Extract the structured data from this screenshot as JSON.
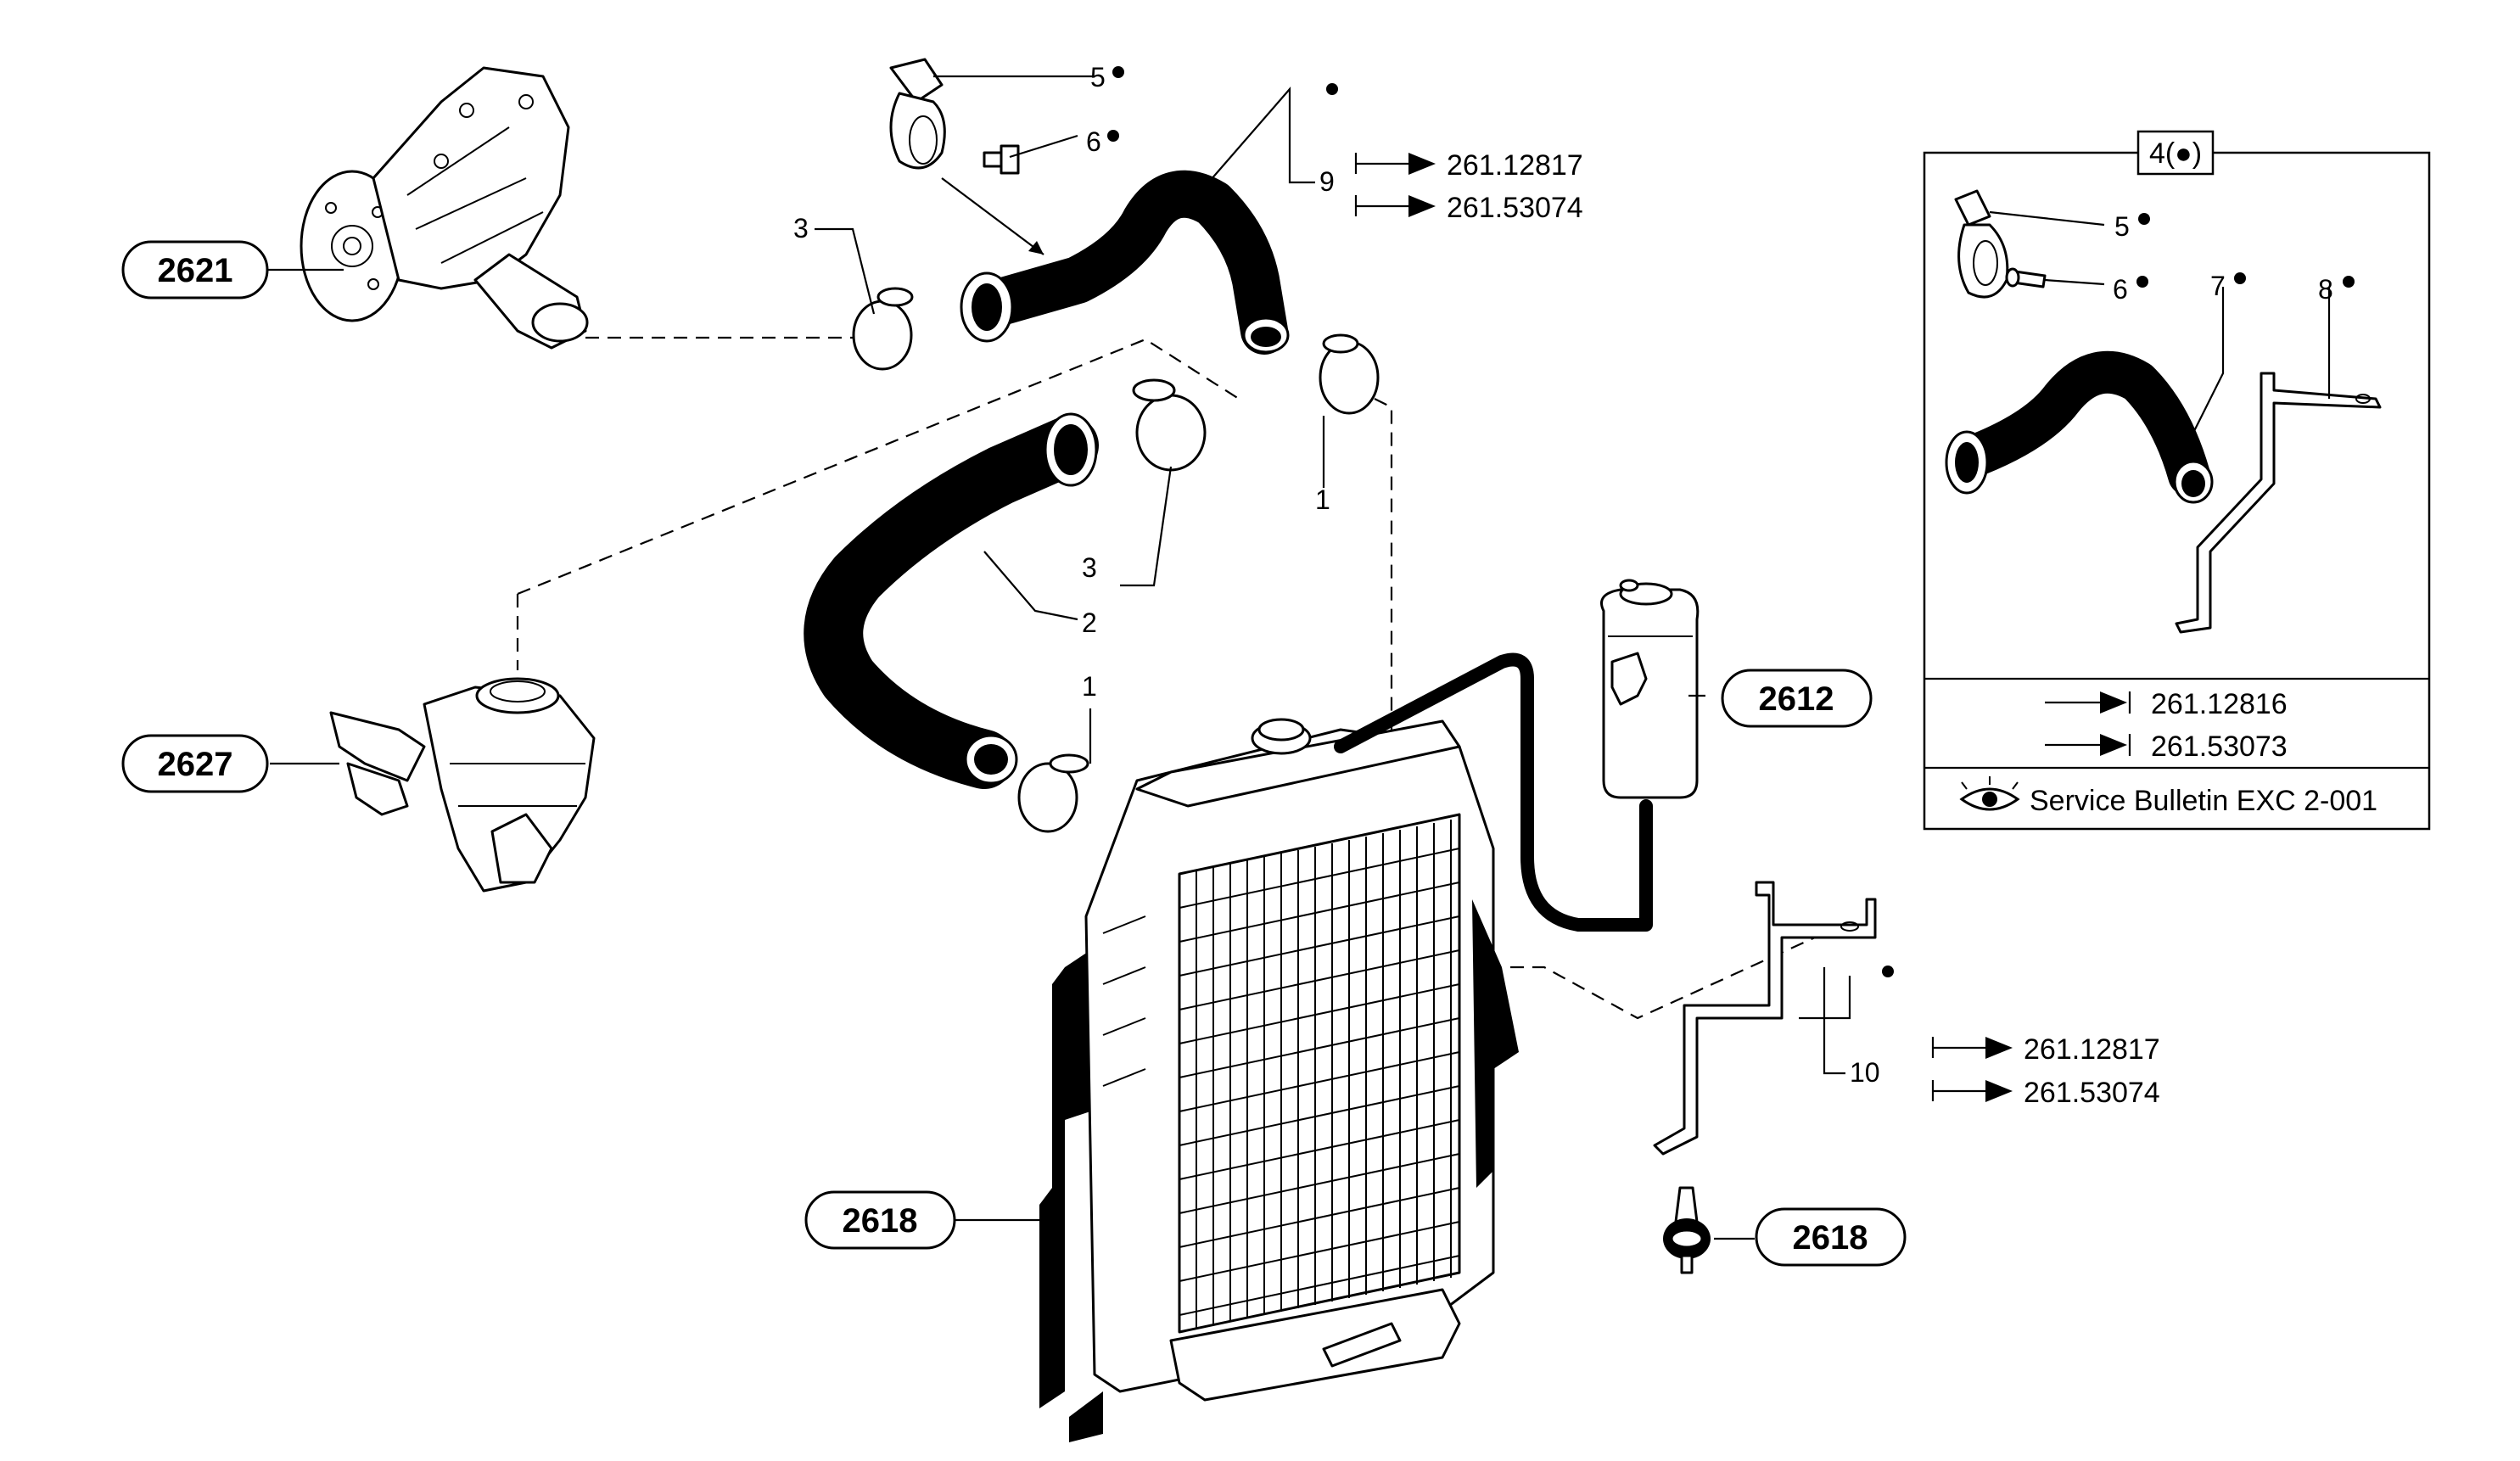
{
  "callouts": {
    "c2621": "2621",
    "c2627": "2627",
    "c2612": "2612",
    "c2618_left": "2618",
    "c2618_right": "2618"
  },
  "items": {
    "i1a": "1",
    "i1b": "1",
    "i2": "2",
    "i3a": "3",
    "i3b": "3",
    "i5": "5",
    "i6": "6",
    "i9": "9",
    "i10": "10",
    "box_i5": "5",
    "box_i6": "6",
    "box_i7": "7",
    "box_i8": "8"
  },
  "references": {
    "r9a": "261.12817",
    "r9b": "261.53074",
    "r10a": "261.12817",
    "r10b": "261.53074",
    "box_a": "261.12816",
    "box_b": "261.53073"
  },
  "inset": {
    "title": "4(●)",
    "bulletin": "Service Bulletin  EXC 2-001"
  },
  "icons": [
    "arrow-bar-icon",
    "eye-icon",
    "bullet-icon"
  ]
}
